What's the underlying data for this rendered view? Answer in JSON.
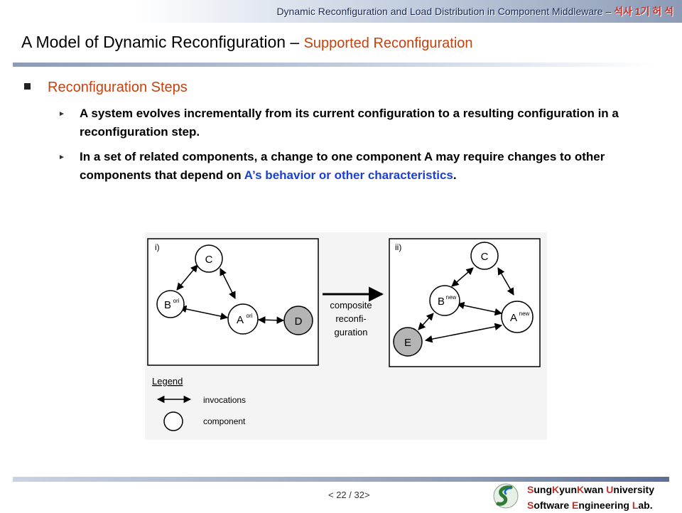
{
  "header": {
    "text": "Dynamic Reconfiguration and Load Distribution in Component Middleware – ",
    "korean": "석사 1기 허 석"
  },
  "title": {
    "main": "A Model of Dynamic Reconfiguration – ",
    "sub": "Supported Reconfiguration"
  },
  "section": {
    "heading": "Reconfiguration Steps"
  },
  "bullets": [
    {
      "text": "A system evolves incrementally from its current configuration to a resulting configuration in a reconfiguration step."
    },
    {
      "text_before": "In a set of related components, a change to one component A may require changes to other components that depend on ",
      "highlight": "A’s behavior or other characteristics",
      "text_after": "."
    }
  ],
  "diagram": {
    "panel_i_label": "i)",
    "panel_ii_label": "ii)",
    "arrow_lines": [
      "composite",
      "reconfi-",
      "guration"
    ],
    "nodes_i": {
      "c": "C",
      "b": "B",
      "b_sup": "ori",
      "a": "A",
      "a_sup": "ori",
      "d": "D"
    },
    "nodes_ii": {
      "c": "C",
      "b": "B",
      "b_sup": "new",
      "a": "A",
      "a_sup": "new",
      "e": "E"
    },
    "legend_title": "Legend",
    "legend_invocations": "invocations",
    "legend_component": "component"
  },
  "footer": {
    "page": "< 22 / 32>",
    "univ_parts": [
      "S",
      "ung",
      "K",
      "yun",
      "K",
      "wan ",
      "U",
      "niversity"
    ],
    "lab_parts": [
      "S",
      "oftware ",
      "E",
      "ngineering ",
      "L",
      "ab."
    ]
  },
  "colors": {
    "accent": "#c8400c",
    "highlight": "#1a3fd6",
    "node_gray": "#b4b4b4"
  }
}
